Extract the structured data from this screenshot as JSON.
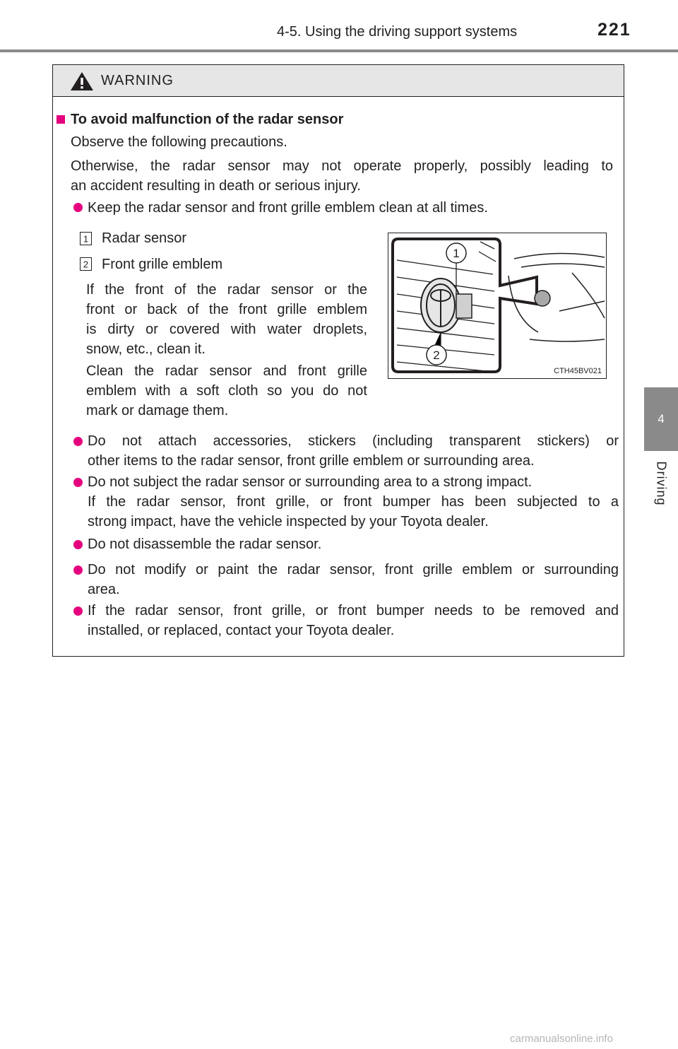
{
  "header": {
    "section_title": "4-5. Using the driving support systems",
    "page_number": "221"
  },
  "side_tab": {
    "number": "4",
    "label": "Driving"
  },
  "warning": {
    "label": "WARNING",
    "heading": "To avoid malfunction of the radar sensor",
    "intro_1": "Observe the following precautions.",
    "intro_2_line1": "Otherwise, the radar sensor may not operate properly, possibly leading to",
    "intro_2_line2": "an accident resulting in death or serious injury.",
    "bullet_1": "Keep the radar sensor and front grille emblem clean at all times.",
    "callouts": [
      {
        "number": "1",
        "label": "Radar sensor"
      },
      {
        "number": "2",
        "label": "Front grille emblem"
      }
    ],
    "clean_para_1": [
      "If the front of the radar sensor or the",
      "front or back of the front grille emblem",
      "is dirty or covered with water droplets,",
      "snow, etc., clean it."
    ],
    "clean_para_2": [
      "Clean the radar sensor and front grille",
      "emblem with a soft cloth so you do not",
      "mark or damage them."
    ],
    "bullet_2": [
      "Do not attach accessories, stickers (including transparent stickers) or",
      "other items to the radar sensor, front grille emblem or surrounding area."
    ],
    "bullet_3": [
      "Do not subject the radar sensor or surrounding area to a strong impact.",
      "If the radar sensor, front grille, or front bumper has been subjected to a",
      "strong impact, have the vehicle inspected by your Toyota dealer."
    ],
    "bullet_4": "Do not disassemble the radar sensor.",
    "bullet_5": [
      "Do not modify or paint the radar sensor, front grille emblem or surrounding",
      "area."
    ],
    "bullet_6": [
      "If the radar sensor, front grille, or front bumper needs to be removed and",
      "installed, or replaced, contact your Toyota dealer."
    ],
    "figure": {
      "code": "CTH45BV021",
      "marker_1": "1",
      "marker_2": "2"
    }
  },
  "footer": {
    "watermark": "carmanualsonline.info"
  },
  "colors": {
    "accent": "#e5007e",
    "rule_gray": "#8a8a8a",
    "header_band": "#e6e6e6"
  }
}
